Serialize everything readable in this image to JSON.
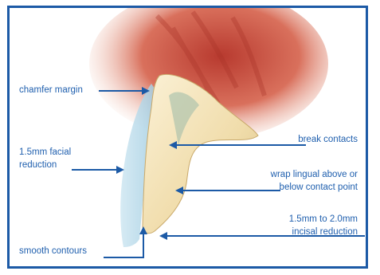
{
  "diagram": {
    "labels": {
      "chamfer_margin": "chamfer margin",
      "facial_reduction_line1": "1.5mm facial",
      "facial_reduction_line2": "reduction",
      "smooth_contours": "smooth contours",
      "break_contacts": "break contacts",
      "wrap_lingual_line1": "wrap lingual above or",
      "wrap_lingual_line2": "below contact point",
      "incisal_reduction_line1": "1.5mm to 2.0mm",
      "incisal_reduction_line2": "incisal reduction"
    },
    "colors": {
      "border": "#1c5aa6",
      "label_text": "#1f5fae",
      "gum": "#c7493a",
      "tooth": "#f2e2b5",
      "reduction_overlay": "#a9d3e6",
      "arrow": "#1c5aa6"
    }
  }
}
